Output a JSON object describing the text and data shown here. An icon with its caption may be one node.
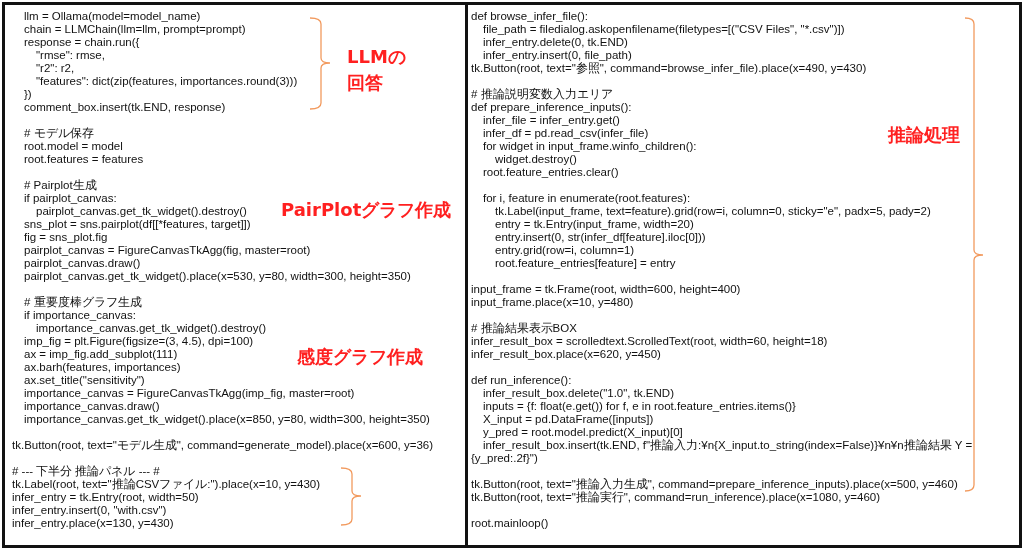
{
  "diagram": {
    "nodes": [
      {
        "text": [
          "llm = Ollama(model=model_name)",
          "chain = LLMChain(llm=llm, prompt=prompt)",
          "response = chain.run({",
          "\"rmse\": rmse,",
          "\"r2\": r2,",
          "\"features\": dict(zip(features, importances.round(3)))",
          "})",
          "comment_box.insert(tk.END, response)",
          "# モデル保存",
          "root.model = model",
          "root.features = features",
          "# Pairplot生成",
          "if pairplot_canvas:",
          "pairplot_canvas.get_tk_widget().destroy()",
          "sns_plot = sns.pairplot(df[[*features, target]])",
          "fig = sns_plot.fig",
          "pairplot_canvas = FigureCanvasTkAgg(fig, master=root)",
          "pairplot_canvas.draw()",
          "pairplot_canvas.get_tk_widget().place(x=530, y=80, width=300, height=350)",
          "# 重要度棒グラフ生成",
          "if importance_canvas:",
          "importance_canvas.get_tk_widget().destroy()",
          "imp_fig = plt.Figure(figsize=(3, 4.5), dpi=100)",
          "ax = imp_fig.add_subplot(111)",
          "ax.barh(features, importances)",
          "ax.set_title(\"sensitivity\")",
          "importance_canvas = FigureCanvasTkAgg(imp_fig, master=root)",
          "importance_canvas.draw()",
          "importance_canvas.get_tk_widget().place(x=850, y=80, width=300, height=350)",
          "tk.Button(root, text=\"モデル生成\", command=generate_model).place(x=600, y=36)",
          "# --- 下半分 推論パネル --- #",
          "tk.Label(root, text=\"推論CSVファイル:\").place(x=10, y=430)",
          "infer_entry = tk.Entry(root, width=50)",
          "infer_entry.insert(0, \"with.csv\")",
          "infer_entry.place(x=130, y=430)"
        ]
      },
      {
        "text": [
          "def browse_infer_file():",
          "file_path = filedialog.askopenfilename(filetypes=[(\"CSV Files\", \"*.csv\")])",
          "infer_entry.delete(0, tk.END)",
          "infer_entry.insert(0, file_path)",
          "tk.Button(root, text=\"参照\", command=browse_infer_file).place(x=490, y=430)",
          "# 推論説明変数入力エリア",
          "def prepare_inference_inputs():",
          "infer_file = infer_entry.get()",
          "infer_df = pd.read_csv(infer_file)",
          "for widget in input_frame.winfo_children():",
          "widget.destroy()",
          "root.feature_entries.clear()",
          "for i, feature in enumerate(root.features):",
          "tk.Label(input_frame, text=feature).grid(row=i, column=0, sticky=\"e\", padx=5, pady=2)",
          "entry = tk.Entry(input_frame, width=20)",
          "entry.insert(0, str(infer_df[feature].iloc[0]))",
          "entry.grid(row=i, column=1)",
          "root.feature_entries[feature] = entry",
          "input_frame = tk.Frame(root, width=600, height=400)",
          "input_frame.place(x=10, y=480)",
          "# 推論結果表示BOX",
          "infer_result_box = scrolledtext.ScrolledText(root, width=60, height=18)",
          "infer_result_box.place(x=620, y=450)",
          "def run_inference():",
          "infer_result_box.delete(\"1.0\", tk.END)",
          "inputs = {f: float(e.get()) for f, e in root.feature_entries.items()}",
          "X_input = pd.DataFrame([inputs])",
          "y_pred = root.model.predict(X_input)[0]",
          "infer_result_box.insert(tk.END, f\"推論入力:¥n{X_input.to_string(index=False)}¥n¥n推論結果 Y = {y_pred:.2f}\")",
          "tk.Button(root, text=\"推論入力生成\", command=prepare_inference_inputs).place(x=500, y=460)",
          "tk.Button(root, text=\"推論実行\", command=run_inference).place(x=1080, y=460)",
          "root.mainloop()"
        ]
      }
    ],
    "labels": [
      "LLMの回答",
      "PairPlotグラフ作成",
      "感度グラフ作成",
      "推論処理"
    ]
  }
}
